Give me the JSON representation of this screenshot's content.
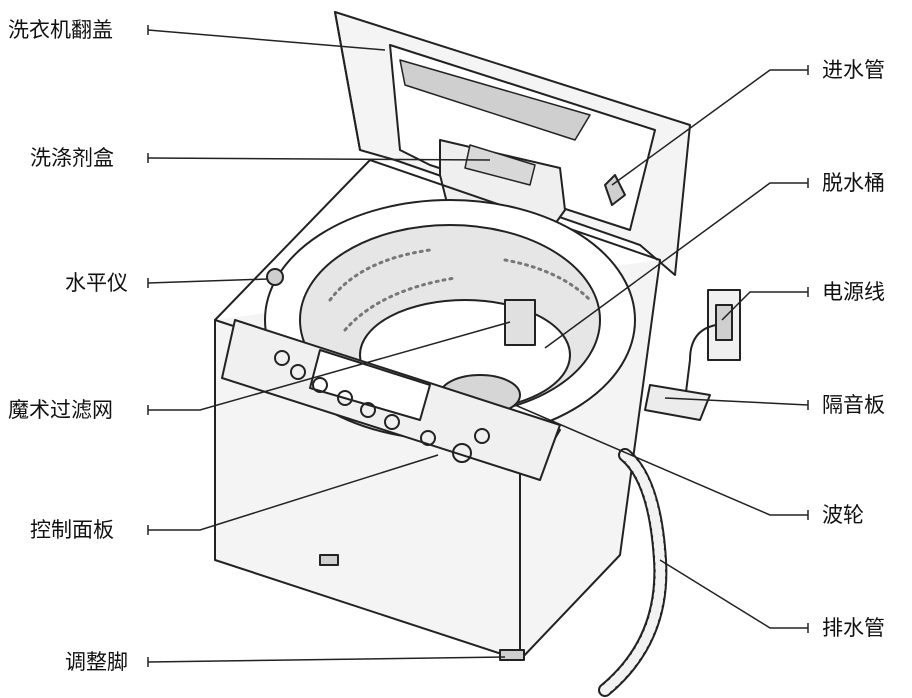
{
  "labels_left": [
    {
      "id": "lid",
      "text": "洗衣机翻盖"
    },
    {
      "id": "detergent-box",
      "text": "洗涤剂盒"
    },
    {
      "id": "level",
      "text": "水平仪"
    },
    {
      "id": "filter",
      "text": "魔术过滤网"
    },
    {
      "id": "control-panel",
      "text": "控制面板"
    },
    {
      "id": "adjust-foot",
      "text": "调整脚"
    }
  ],
  "labels_right": [
    {
      "id": "inlet-hose",
      "text": "进水管"
    },
    {
      "id": "spin-tub",
      "text": "脱水桶"
    },
    {
      "id": "power-cord",
      "text": "电源线"
    },
    {
      "id": "sound-board",
      "text": "隔音板"
    },
    {
      "id": "pulsator",
      "text": "波轮"
    },
    {
      "id": "drain-hose",
      "text": "排水管"
    }
  ],
  "colors": {
    "line": "#222222",
    "fill": "#f7f7f7",
    "shade": "#dcdcdc"
  }
}
